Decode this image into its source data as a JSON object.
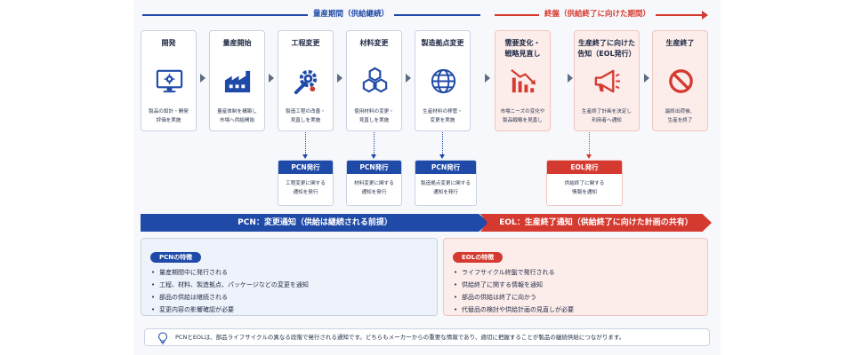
{
  "phases": {
    "mass": "量産期間（供給継続）",
    "eol": "終盤（供給終了に向けた期間）"
  },
  "stages": [
    {
      "title": "開発",
      "icon": "monitor-gear-icon",
      "desc": [
        "製品の設計・開発",
        "評価を実施"
      ]
    },
    {
      "title": "量産開始",
      "icon": "factory-icon",
      "desc": [
        "量産体制を構築し",
        "市場へ供給開始"
      ]
    },
    {
      "title": "工程変更",
      "icon": "wrench-gear-icon",
      "desc": [
        "製造工程の改善・",
        "見直しを実施"
      ]
    },
    {
      "title": "材料変更",
      "icon": "hexagon-molecule-icon",
      "desc": [
        "使用材料の変更・",
        "見直しを実施"
      ]
    },
    {
      "title": "製造拠点変更",
      "icon": "globe-icon",
      "desc": [
        "生産材料の移管・",
        "変更を実施"
      ]
    },
    {
      "title": [
        "需要変化・",
        "戦略見直し"
      ],
      "icon": "declining-chart-icon",
      "desc": [
        "市場ニーズの変化や",
        "製品戦略を見直し"
      ]
    },
    {
      "title": [
        "生産終了に向けた",
        "告知（EOL発行）"
      ],
      "icon": "megaphone-icon",
      "desc": [
        "生産終了計画を決定し",
        "利用者へ通知"
      ]
    },
    {
      "title": "生産終了",
      "icon": "prohibited-icon",
      "desc": [
        "最終出荷後、",
        "生産を終了"
      ]
    }
  ],
  "notices": [
    {
      "head": "PCN発行",
      "body": [
        "工程変更に関する",
        "通知を発行"
      ]
    },
    {
      "head": "PCN発行",
      "body": [
        "材料変更に関する",
        "通知を発行"
      ]
    },
    {
      "head": "PCN発行",
      "body": [
        "製造拠点変更に関する",
        "通知を発行"
      ]
    },
    {
      "head": "EOL発行",
      "body": [
        "供給終了に関する",
        "情報を通知"
      ]
    }
  ],
  "banner": {
    "pcn": "PCN：変更通知（供給は継続される前提）",
    "eol": "EOL：生産終了通知（供給終了に向けた計画の共有）"
  },
  "pcn_features": {
    "title": "PCNの特徴",
    "items": [
      "量産期間中に発行される",
      "工程、材料、製造拠点、パッケージなどの変更を通知",
      "部品の供給は継続される",
      "変更内容の影響確認が必要"
    ]
  },
  "eol_features": {
    "title": "EOLの特徴",
    "items": [
      "ライフサイクル終盤で発行される",
      "供給終了に関する情報を通知",
      "部品の供給は終了に向かう",
      "代替品の検討や供給計画の見直しが必要"
    ]
  },
  "note": "PCNとEOLは、部品ライフサイクルの異なる段階で発行される通知です。どちらもメーカーからの重要な情報であり、適切に把握することが製品の継続供給につながります。",
  "colors": {
    "pcn": "#1f4aa8",
    "eol": "#d43a2f",
    "eol_bg": "#fcecea"
  }
}
